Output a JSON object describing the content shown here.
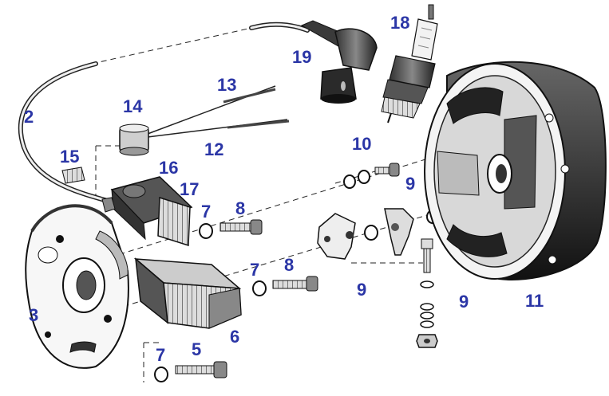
{
  "callouts": {
    "n2": "2",
    "n3": "3",
    "n5": "5",
    "n6": "6",
    "n7a": "7",
    "n7b": "7",
    "n7c": "7",
    "n8a": "8",
    "n8b": "8",
    "n9a": "9",
    "n9b": "9",
    "n9c": "9",
    "n10": "10",
    "n11": "11",
    "n12": "12",
    "n13": "13",
    "n14": "14",
    "n15": "15",
    "n16": "16",
    "n17": "17",
    "n18": "18",
    "n19": "19"
  },
  "colors": {
    "callout": "#2b36a6",
    "ink": "#222222",
    "shade": "#777777",
    "background": "#ffffff"
  }
}
